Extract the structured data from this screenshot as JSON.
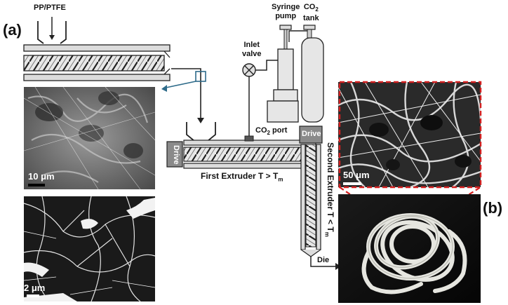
{
  "labels": {
    "panel_a": "(a)",
    "panel_b": "(b)",
    "feed_material": "PP/PTFE",
    "inlet_valve_line1": "Inlet",
    "inlet_valve_line2": "valve",
    "syringe_pump_line1": "Syringe",
    "syringe_pump_line2": "pump",
    "co2_tank_line1": "CO",
    "co2_tank_sub": "2",
    "co2_tank_line2": "tank",
    "co2_port_prefix": "CO",
    "co2_port_sub": "2",
    "co2_port_suffix": " port",
    "drive_left": "Drive",
    "drive_right": "Drive",
    "first_extruder": "First Extruder T > T",
    "first_extruder_sub": "m",
    "second_extruder": "Second Extruder T < T",
    "second_extruder_sub": "m",
    "die": "Die"
  },
  "scale_bars": {
    "sem_top": "10 μm",
    "sem_bottom": "2 μm",
    "sem_foam": "50 μm"
  },
  "colors": {
    "machine_fill": "#dcdcdc",
    "stroke": "#222222",
    "callout_blue": "#2e6b8a",
    "callout_red": "#d42020",
    "drive_fill": "#8a8a8a"
  }
}
